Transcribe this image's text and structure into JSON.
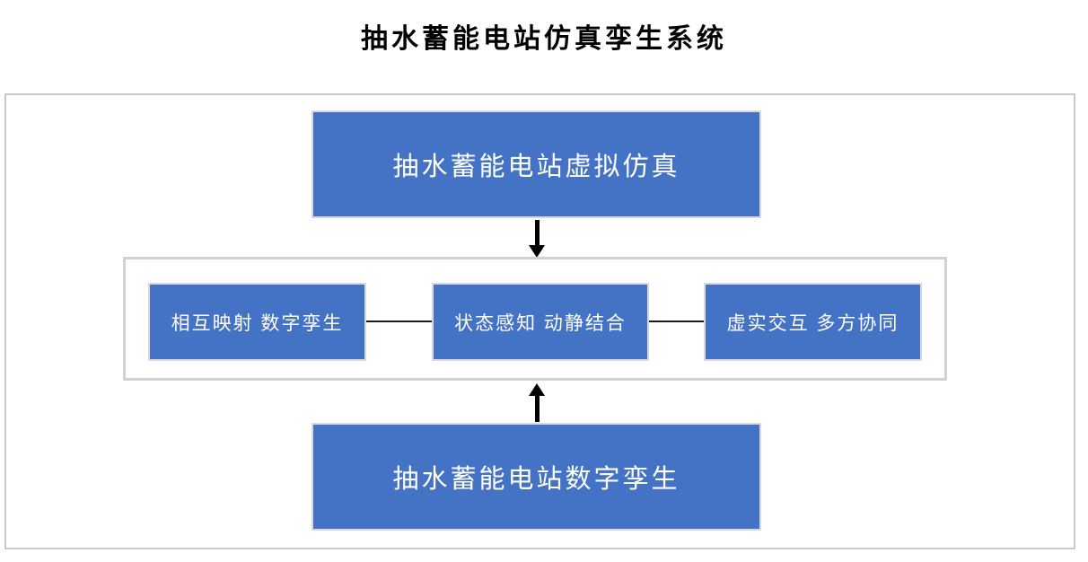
{
  "title": "抽水蓄能电站仿真孪生系统",
  "diagram": {
    "top_box": {
      "label": "抽水蓄能电站虚拟仿真"
    },
    "middle_boxes": [
      {
        "label": "相互映射 数字孪生"
      },
      {
        "label": "状态感知 动静结合"
      },
      {
        "label": "虚实交互 多方协同"
      }
    ],
    "bottom_box": {
      "label": "抽水蓄能电站数字孪生"
    },
    "arrows": [
      {
        "name": "arrow-down",
        "direction": "down",
        "from": "top_box",
        "to": "features_container"
      },
      {
        "name": "arrow-up",
        "direction": "up",
        "from": "bottom_box",
        "to": "features_container"
      }
    ],
    "colors": {
      "box_fill": "#4472c4",
      "box_text": "#ffffff",
      "box_border": "#d9d9d9",
      "features_container_border": "#d0d0d0",
      "outer_frame_border": "#c9c9c9",
      "arrow": "#000000",
      "connector_line": "#1a1a1a",
      "title_text": "#000000",
      "background": "#ffffff"
    }
  }
}
